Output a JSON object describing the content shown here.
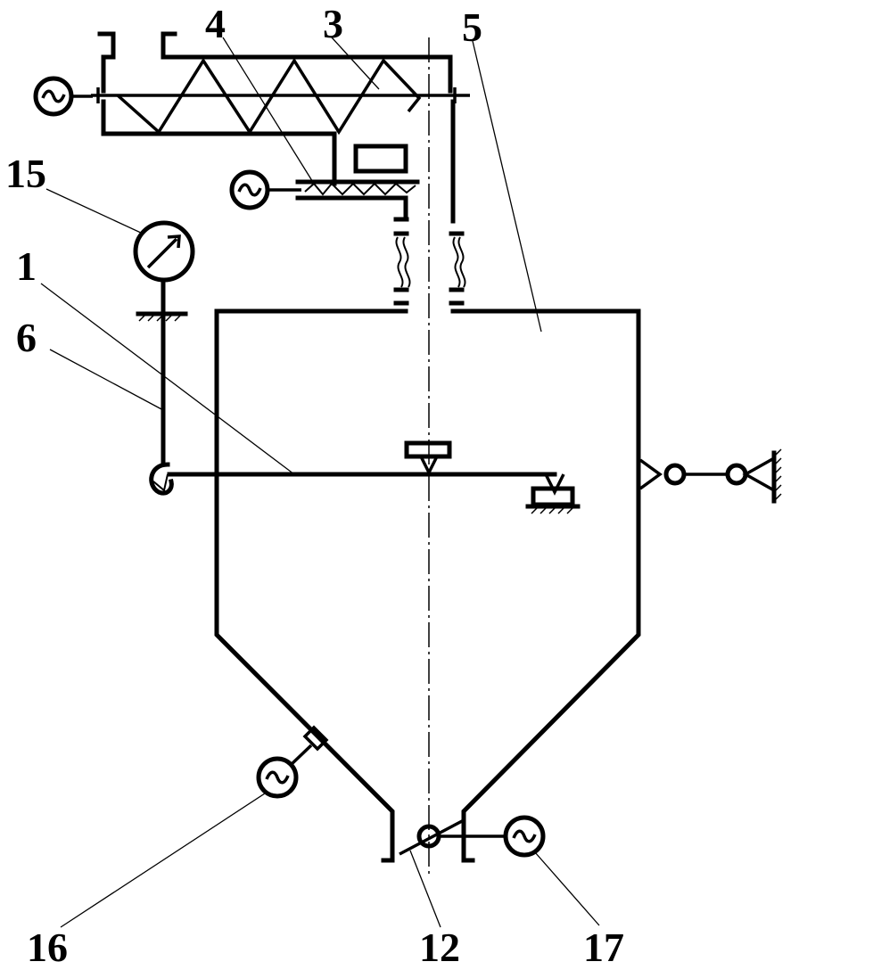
{
  "labels": {
    "l1": "1",
    "l3": "3",
    "l4": "4",
    "l5": "5",
    "l6": "6",
    "l12": "12",
    "l15": "15",
    "l16": "16",
    "l17": "17"
  }
}
